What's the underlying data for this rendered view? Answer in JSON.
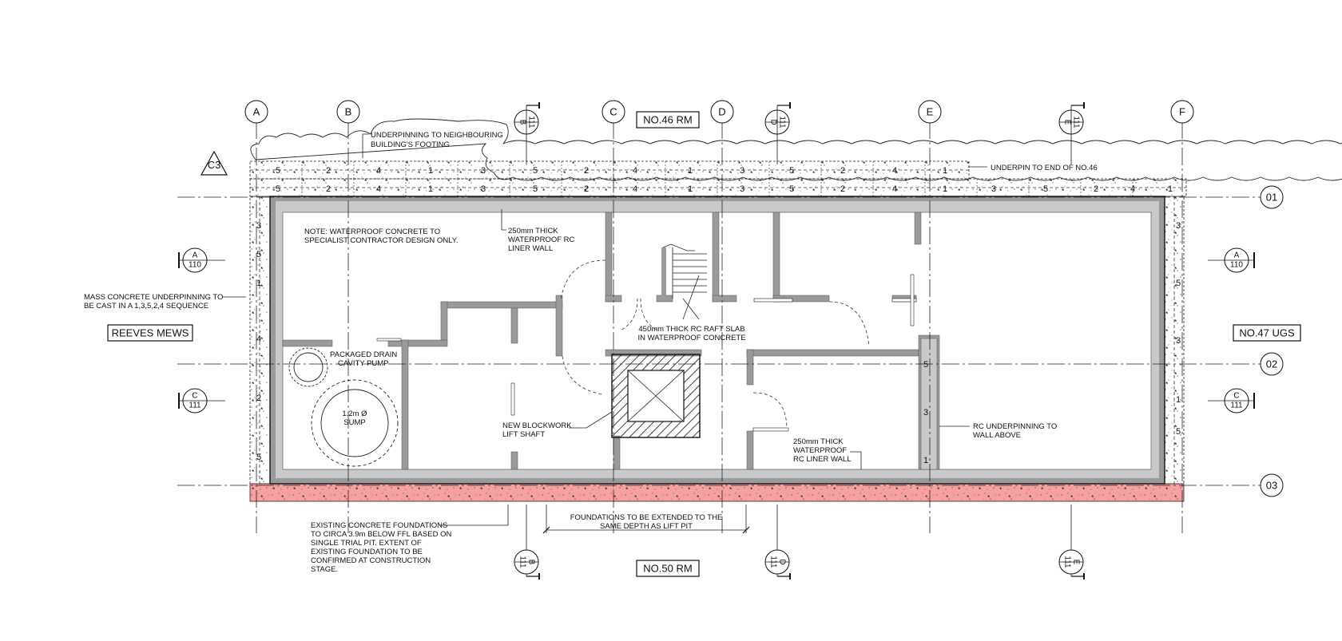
{
  "grid": {
    "columns": [
      "A",
      "B",
      "C",
      "D",
      "E",
      "F"
    ],
    "rows": [
      "01",
      "02",
      "03"
    ]
  },
  "sections": {
    "top_markers": [
      {
        "letter": "B",
        "num": "111"
      },
      {
        "letter": "D",
        "num": "111"
      },
      {
        "letter": "E",
        "num": "111"
      }
    ],
    "bottom_markers": [
      {
        "letter": "B",
        "num": "111"
      },
      {
        "letter": "D",
        "num": "111"
      },
      {
        "letter": "E",
        "num": "111"
      }
    ],
    "left_markers": [
      {
        "letter": "A",
        "num": "110"
      },
      {
        "letter": "C",
        "num": "111"
      }
    ],
    "right_markers": [
      {
        "letter": "A",
        "num": "110"
      },
      {
        "letter": "C",
        "num": "111"
      }
    ]
  },
  "labels": {
    "top_neighbour": "NO.46 RM",
    "bottom_neighbour": "NO.50 RM",
    "left_street": "REEVES MEWS",
    "right_neighbour": "NO.47 UGS",
    "revision_tag": "C3"
  },
  "sequence": {
    "top_row1": [
      "5",
      "2",
      "4",
      "1",
      "3",
      "5",
      "2",
      "4",
      "1",
      "3",
      "5",
      "2",
      "4",
      "1"
    ],
    "top_row2": [
      "5",
      "2",
      "4",
      "1",
      "3",
      "5",
      "2",
      "4",
      "1",
      "3",
      "5",
      "2",
      "4",
      "1",
      "3",
      "5",
      "2",
      "4",
      "1"
    ],
    "left": [
      "3",
      "5",
      "1",
      "4",
      "2",
      "5"
    ],
    "right": [
      "3",
      "5",
      "3",
      "1",
      "5"
    ],
    "wall_e": [
      "5",
      "3",
      "1"
    ]
  },
  "notes": {
    "underpin_neighbour": [
      "UNDERPINNING TO NEIGHBOURING",
      "BUILDING'S FOOTING"
    ],
    "underpin_end": "UNDERPIN TO END OF NO.46",
    "waterproof": [
      "NOTE: WATERPROOF CONCRETE TO",
      "SPECIALIST CONTRACTOR DESIGN ONLY."
    ],
    "liner_top": [
      "250mm THICK",
      "WATERPROOF RC",
      "LINER WALL"
    ],
    "mass_concrete": [
      "MASS CONCRETE UNDERPINNING TO",
      "BE CAST IN A 1,3,5,2,4 SEQUENCE"
    ],
    "raft": [
      "450mm THICK RC RAFT SLAB",
      "IN WATERPROOF CONCRETE"
    ],
    "drain_pump": [
      "PACKAGED DRAIN",
      "CAVITY PUMP"
    ],
    "sump": [
      "1.2m Ø",
      "SUMP"
    ],
    "lift": [
      "NEW BLOCKWORK",
      "LIFT SHAFT"
    ],
    "liner_bottom": [
      "250mm THICK",
      "WATERPROOF",
      "RC LINER WALL"
    ],
    "rc_underpin": [
      "RC UNDERPINNING TO",
      "WALL ABOVE"
    ],
    "existing": [
      "EXISTING CONCRETE FOUNDATIONS",
      "TO CIRCA 3.9m BELOW FFL BASED ON",
      "SINGLE TRIAL PIT. EXTENT OF",
      "EXISTING FOUNDATION TO BE",
      "CONFIRMED AT CONSTRUCTION",
      "STAGE."
    ],
    "foundations": [
      "FOUNDATIONS TO BE EXTENDED TO THE",
      "SAME DEPTH AS LIFT PIT"
    ]
  },
  "colors": {
    "existing_foundation": "#f7a0a0",
    "wall": "#9a9a9a",
    "slab": "#c9c9c9"
  }
}
